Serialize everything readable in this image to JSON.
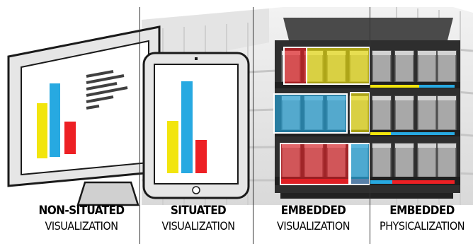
{
  "panels": [
    {
      "line1": "NON-SITUATED",
      "line2": "VISUALIZATION"
    },
    {
      "line1": "SITUATED",
      "line2": "VISUALIZATION"
    },
    {
      "line1": "EMBEDDED",
      "line2": "VISUALIZATION"
    },
    {
      "line1": "EMBEDDED",
      "line2": "PHYSICALIZATION"
    }
  ],
  "colors": {
    "yellow": "#f2e50d",
    "blue": "#27a9e1",
    "red": "#ed2024",
    "screen_bezel": "#e6e6e6",
    "outline": "#1a1a1a",
    "shelf_dark": "#333333",
    "product_gray": "#aaaaaa"
  },
  "icons": [
    "desktop-monitor-icon",
    "tablet-icon",
    "store-shelf-icon",
    "bar-chart-icon",
    "text-lines-icon"
  ]
}
